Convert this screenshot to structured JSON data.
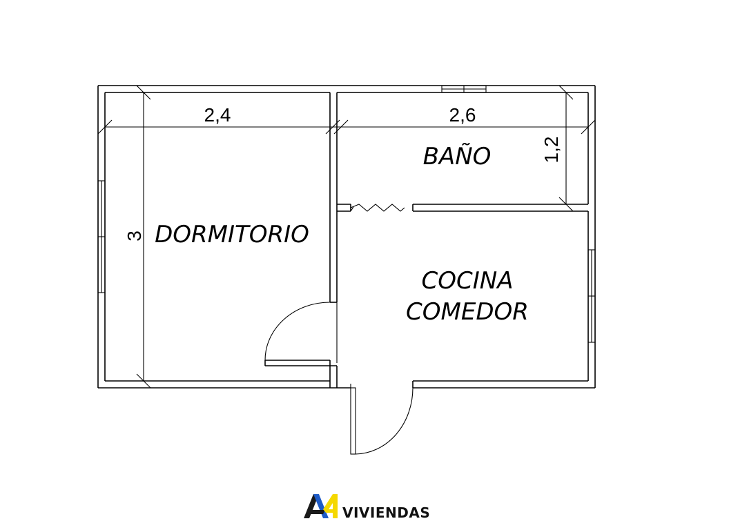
{
  "rooms": {
    "dormitorio": "DORMITORIO",
    "bano": "BAÑO",
    "cocina_line1": "COCINA",
    "cocina_line2": "COMEDOR"
  },
  "dimensions": {
    "dormitorio_width": "2,4",
    "bano_width": "2,6",
    "bano_depth": "1,2",
    "overall_depth": "3"
  },
  "logo": {
    "mark": "A4",
    "text": "VIVIENDAS",
    "colors": {
      "a_primary": "#1a1a1a",
      "a_accent": "#1e5bc6",
      "four": "#f5d800"
    }
  }
}
